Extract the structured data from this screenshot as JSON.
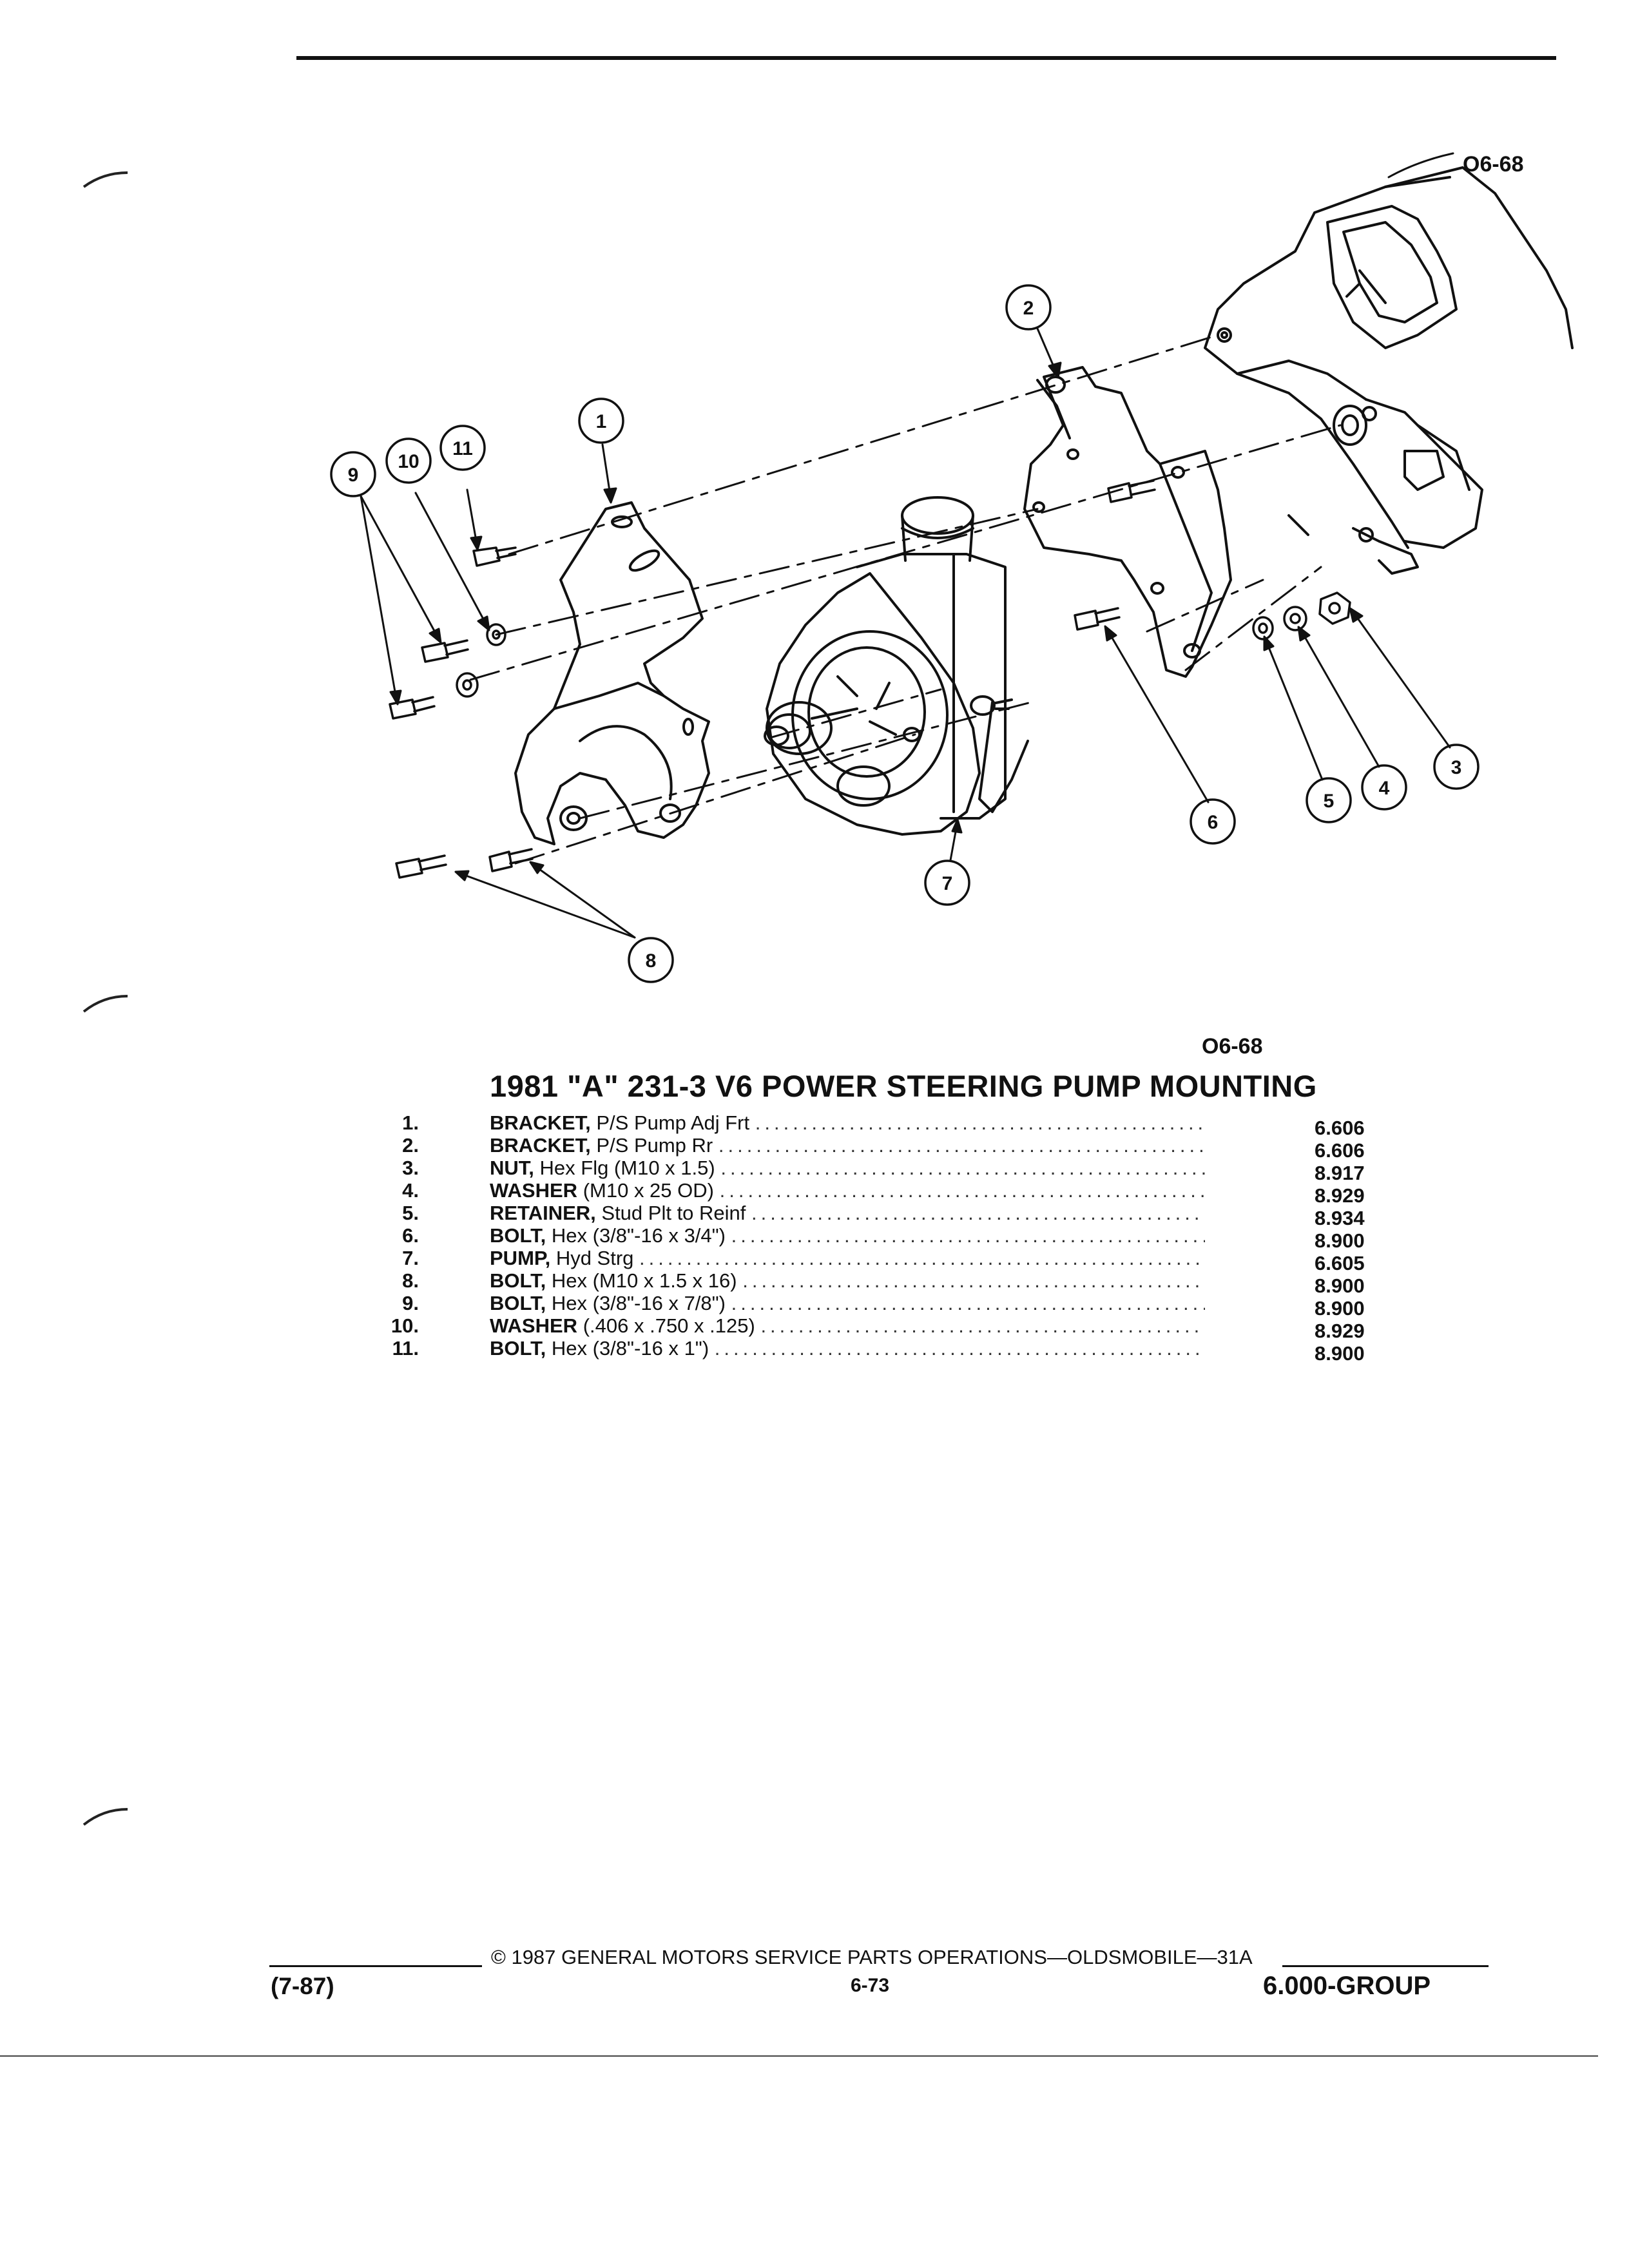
{
  "figure_ref_top": "O6-68",
  "figure_ref_bottom": "O6-68",
  "callouts": [
    "1",
    "2",
    "3",
    "4",
    "5",
    "6",
    "7",
    "8",
    "9",
    "10",
    "11"
  ],
  "title": "1981 \"A\" 231-3 V6 POWER STEERING PUMP MOUNTING",
  "parts": [
    {
      "num": "1.",
      "name": "BRACKET,",
      "spec": "P/S Pump Adj Frt",
      "code": "6.606"
    },
    {
      "num": "2.",
      "name": "BRACKET,",
      "spec": "P/S Pump Rr",
      "code": "6.606"
    },
    {
      "num": "3.",
      "name": "NUT,",
      "spec": "Hex Flg (M10 x 1.5)",
      "code": "8.917"
    },
    {
      "num": "4.",
      "name": "WASHER",
      "spec": "(M10 x 25 OD)",
      "code": "8.929"
    },
    {
      "num": "5.",
      "name": "RETAINER,",
      "spec": "Stud Plt to Reinf",
      "code": "8.934"
    },
    {
      "num": "6.",
      "name": "BOLT,",
      "spec": "Hex (3/8\"-16 x 3/4\")",
      "code": "8.900"
    },
    {
      "num": "7.",
      "name": "PUMP,",
      "spec": "Hyd Strg",
      "code": "6.605"
    },
    {
      "num": "8.",
      "name": "BOLT,",
      "spec": "Hex (M10 x 1.5 x 16)",
      "code": "8.900"
    },
    {
      "num": "9.",
      "name": "BOLT,",
      "spec": "Hex (3/8\"-16 x 7/8\")",
      "code": "8.900"
    },
    {
      "num": "10.",
      "name": "WASHER",
      "spec": "(.406 x .750 x .125)",
      "code": "8.929"
    },
    {
      "num": "11.",
      "name": "BOLT,",
      "spec": "Hex (3/8\"-16 x 1\")",
      "code": "8.900"
    }
  ],
  "footer": {
    "copyright": "© 1987 GENERAL MOTORS SERVICE PARTS OPERATIONS—OLDSMOBILE—31A",
    "page": "6-73",
    "date": "(7-87)",
    "group": "6.000-GROUP"
  }
}
